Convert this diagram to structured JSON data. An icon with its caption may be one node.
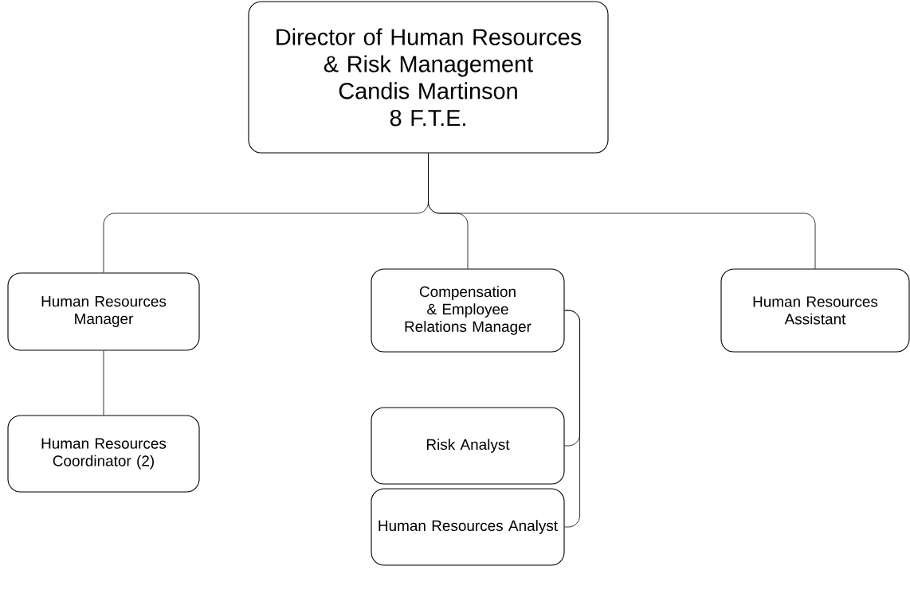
{
  "diagram": {
    "nodes": [
      {
        "text": [
          "Director of Human Resources & Risk Management",
          "Candis Martinson",
          "8 F.T.E."
        ]
      },
      {
        "text": [
          "Human Resources Manager"
        ]
      },
      {
        "text": [
          "Human Resources Coordinator (2)"
        ]
      },
      {
        "text": [
          "Compensation & Employee Relations Manager"
        ]
      },
      {
        "text": [
          "Risk Analyst"
        ]
      },
      {
        "text": [
          "Human Resources Analyst"
        ]
      },
      {
        "text": [
          "Human Resources Assistant"
        ]
      }
    ],
    "edges": [
      {
        "from": 0,
        "to": 1,
        "arrow": "none"
      },
      {
        "from": 0,
        "to": 3,
        "arrow": "none"
      },
      {
        "from": 0,
        "to": 6,
        "arrow": "none"
      },
      {
        "from": 1,
        "to": 2,
        "arrow": "none"
      },
      {
        "from": 3,
        "to": 4,
        "arrow": "none"
      },
      {
        "from": 3,
        "to": 5,
        "arrow": "none"
      }
    ]
  }
}
